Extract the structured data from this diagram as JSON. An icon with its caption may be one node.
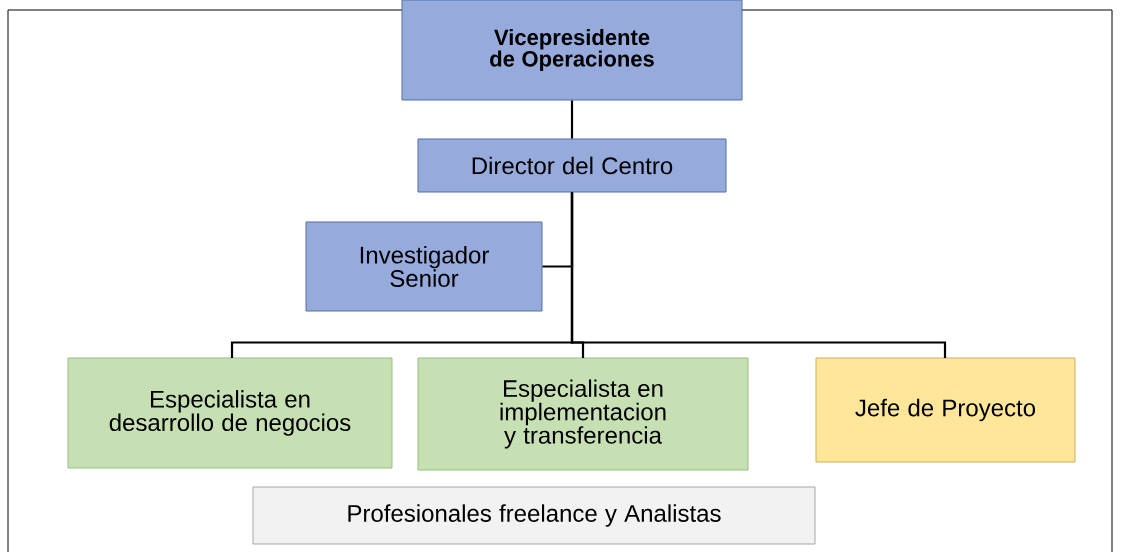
{
  "diagram": {
    "nodes": [
      {
        "text": [
          "Vicepresidente de Operaciones"
        ]
      },
      {
        "text": [
          "Director del Centro"
        ]
      },
      {
        "text": [
          "Investigador Senior"
        ]
      },
      {
        "text": [
          "Especialista en desarrollo de negocios"
        ]
      },
      {
        "text": [
          "Especialista en implementacion y transferencia"
        ]
      },
      {
        "text": [
          "Jefe de Proyecto"
        ]
      },
      {
        "text": [
          "Profesionales freelance y Analistas"
        ]
      }
    ],
    "edges": [
      {
        "from": 0,
        "to": 1,
        "arrow": "none"
      },
      {
        "from": 1,
        "to": 2,
        "arrow": "none"
      },
      {
        "from": 1,
        "to": 3,
        "arrow": "none"
      },
      {
        "from": 1,
        "to": 4,
        "arrow": "none"
      },
      {
        "from": 1,
        "to": 5,
        "arrow": "none"
      }
    ]
  }
}
